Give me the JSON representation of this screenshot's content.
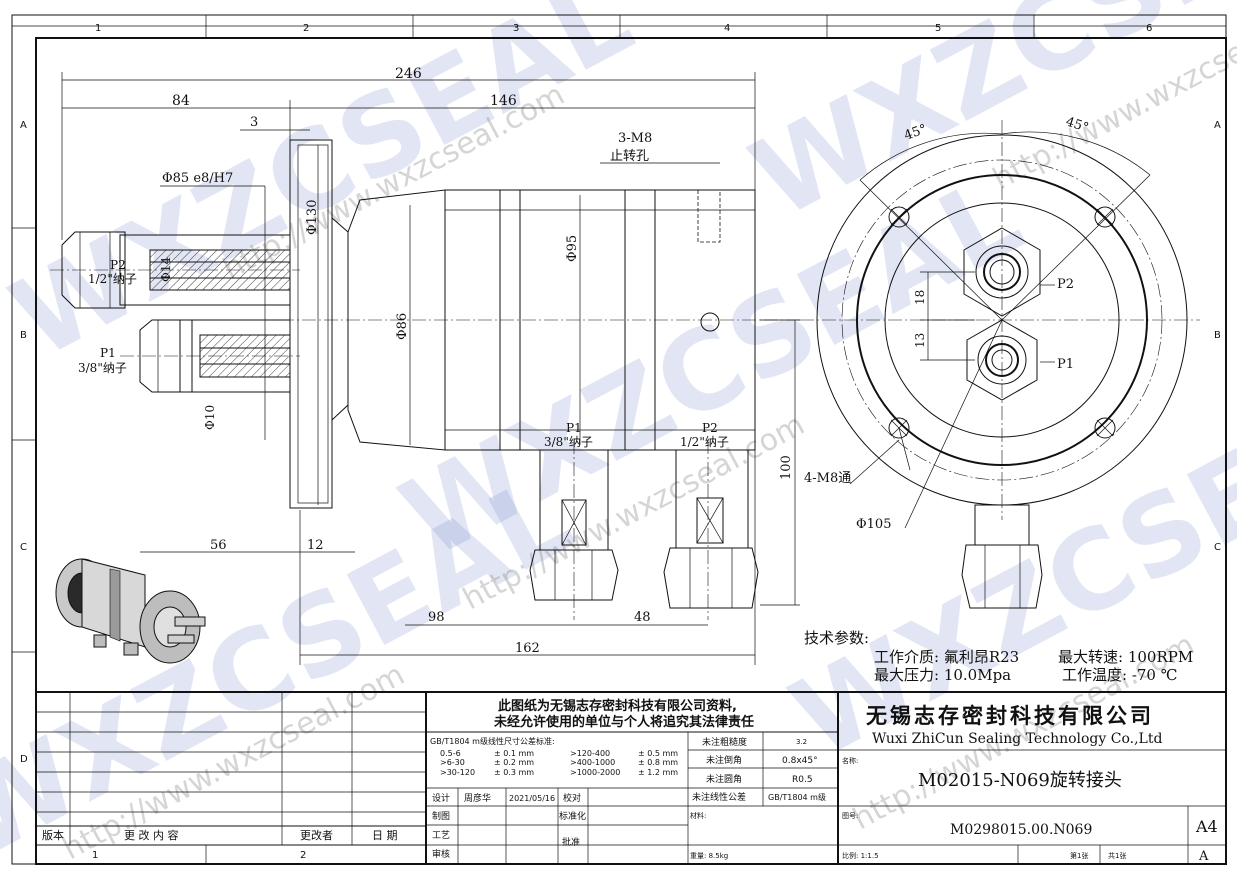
{
  "frame": {
    "top_zones": [
      "1",
      "2",
      "3",
      "4",
      "5",
      "6"
    ],
    "bottom_zones": [
      "1",
      "2"
    ],
    "side_zones": [
      "A",
      "B",
      "C",
      "D"
    ]
  },
  "dimensions": {
    "overall_len": "246",
    "left_len": "84",
    "right_len": "146",
    "flange_gap": "3",
    "stop_hole": "3-M8",
    "stop_hole_desc": "止转孔",
    "shaft_fit": "Φ85 e8/H7",
    "flange_dia": "Φ130",
    "bore_14": "Φ14",
    "body_86": "Φ86",
    "body_95": "Φ95",
    "bore_10": "Φ10",
    "len_56": "56",
    "len_12": "12",
    "len_98": "98",
    "len_48": "48",
    "len_162": "162",
    "height_100": "100",
    "side_holes": "4-M8通",
    "pcd_105": "Φ105",
    "dim_18": "18",
    "dim_13": "13",
    "angle_left": "45°",
    "angle_right": "45°"
  },
  "ports": {
    "p2_name": "P2",
    "p2_size": "1/2\"纳子",
    "p1_name": "P1",
    "p1_size": "3/8\"纳子"
  },
  "tech": {
    "heading": "技术参数:",
    "medium": "工作介质: 氟利昂R23",
    "speed": "最大转速: 100RPM",
    "pressure": "最大压力: 10.0Mpa",
    "temperature": "工作温度: -70 ℃"
  },
  "title_block": {
    "notice_line1": "此图纸为无锡志存密封科技有限公司资料,",
    "notice_line2": "未经允许使用的单位与个人将追究其法律责任",
    "company_cn": "无锡志存密封科技有限公司",
    "company_en": "Wuxi ZhiCun Sealing Technology Co.,Ltd",
    "tol_heading": "GB/T1804 m级线性尺寸公差标准:",
    "tol_rows": [
      [
        "0.5-6",
        "± 0.1 mm",
        ">120-400",
        "± 0.5 mm"
      ],
      [
        ">6-30",
        "± 0.2 mm",
        ">400-1000",
        "± 0.8 mm"
      ],
      [
        ">30-120",
        "± 0.3 mm",
        ">1000-2000",
        "± 1.2 mm"
      ]
    ],
    "rough_label": "未注粗糙度",
    "rough_value": "3.2",
    "chamfer_label": "未注倒角",
    "chamfer_value": "0.8x45°",
    "fillet_label": "未注圆角",
    "fillet_value": "R0.5",
    "lin_tol_label": "未注线性公差",
    "lin_tol_value": "GB/T1804 m级",
    "name_label": "名称:",
    "part_name": "M02015-N069旋转接头",
    "drawing_no_label": "图号:",
    "drawing_no": "M0298015.00.N069",
    "material_label": "材料:",
    "weight": "重量: 8.5kg",
    "scale": "比例: 1:1.5",
    "sheet": "第1张",
    "sheets_total": "共1张",
    "paper_size": "A4",
    "revision": "A",
    "design_label": "设计",
    "designer": "周彦华",
    "design_date": "2021/05/16",
    "check_label": "校对",
    "draft_label": "制图",
    "std_label": "标准化",
    "process_label": "工艺",
    "approve_label": "批准",
    "review_label": "审核",
    "rev_headers": [
      "版本",
      "更 改 内 容",
      "更改者",
      "日 期"
    ]
  },
  "watermark": {
    "brand": "WXZCSEAL",
    "url": "http://www.wxzcseal.com"
  }
}
